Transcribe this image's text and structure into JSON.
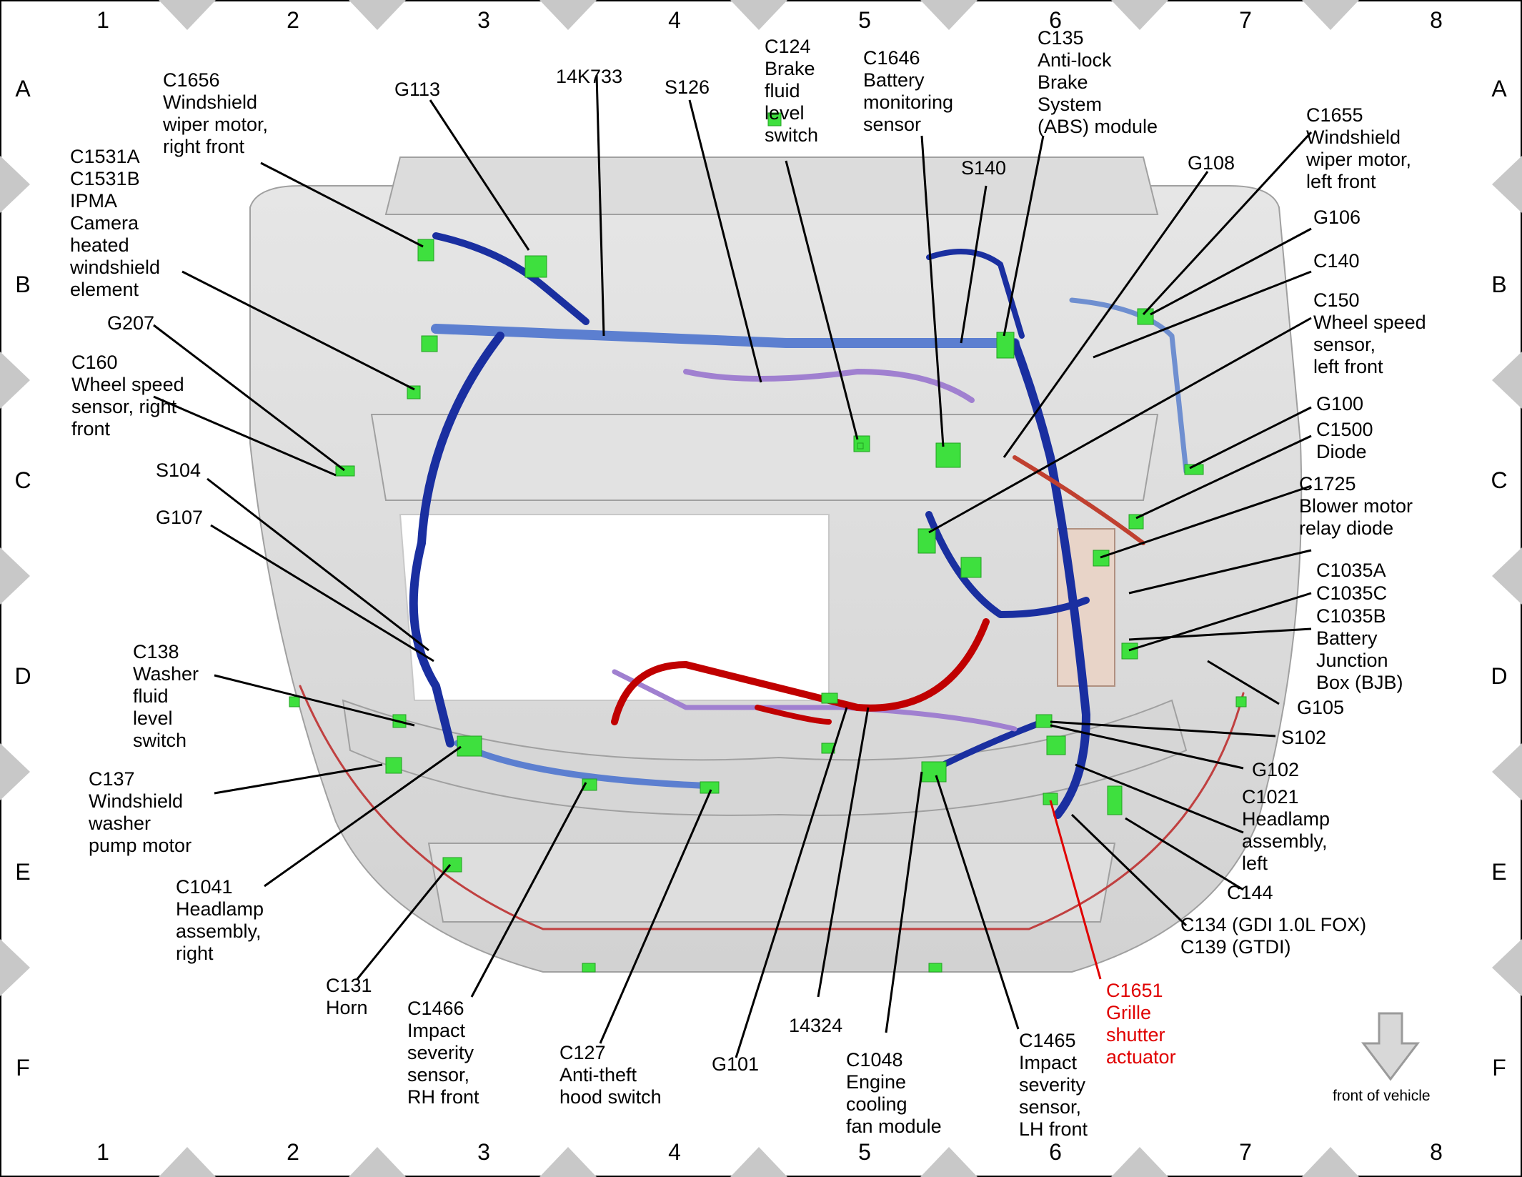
{
  "grid": {
    "columns": [
      "1",
      "2",
      "3",
      "4",
      "5",
      "6",
      "7",
      "8"
    ],
    "rows": [
      "A",
      "B",
      "C",
      "D",
      "E",
      "F"
    ]
  },
  "front_of_vehicle": "front of vehicle",
  "labels": {
    "C1656": "C1656\nWindshield\nwiper motor,\nright front",
    "G113": "G113",
    "14K733": "14K733",
    "S126": "S126",
    "C124": "C124\nBrake\nfluid\nlevel\nswitch",
    "C1646": "C1646\nBattery\nmonitoring\nsensor",
    "C135": "C135\nAnti-lock\nBrake\nSystem\n(ABS) module",
    "S140": "S140",
    "G108": "G108",
    "C1655": "C1655\nWindshield\nwiper motor,\nleft front",
    "C1531": "C1531A\nC1531B\nIPMA\nCamera\nheated\nwindshield\nelement",
    "G106": "G106",
    "C140": "C140",
    "G207": "G207",
    "C150": "C150\nWheel speed\nsensor,\nleft front",
    "C160": "C160\nWheel speed\nsensor, right\nfront",
    "G100": "G100",
    "C1500": "C1500\nDiode",
    "S104": "S104",
    "C1725": "C1725\nBlower motor\nrelay diode",
    "G107": "G107",
    "C1035A": "C1035A",
    "C1035C": "C1035C",
    "C1035B": "C1035B\nBattery\nJunction\nBox (BJB)",
    "C138": "C138\nWasher\nfluid\nlevel\nswitch",
    "G105": "G105",
    "S102": "S102",
    "C137": "C137\nWindshield\nwasher\npump motor",
    "G102": "G102",
    "C1021": "C1021\nHeadlamp\nassembly,\nleft",
    "C1041": "C1041\nHeadlamp\nassembly,\nright",
    "C144": "C144",
    "C134": "C134 (GDI 1.0L FOX)\nC139 (GTDI)",
    "C131": "C131\nHorn",
    "C1466": "C1466\nImpact\nseverity\nsensor,\nRH front",
    "C1651": "C1651\nGrille\nshutter\nactuator",
    "C127": "C127\nAnti-theft\nhood switch",
    "G101": "G101",
    "14324": "14324",
    "C1048": "C1048\nEngine\ncooling\nfan module",
    "C1465": "C1465\nImpact\nseverity\nsensor,\nLH front"
  },
  "colors": {
    "harness_dark": "#1a2fa0",
    "harness_light": "#6f8fd0",
    "connector": "#3ee03e",
    "power_cable": "#c00000",
    "highlight_label": "#e00000",
    "border_triangle": "#c8c8c8"
  }
}
